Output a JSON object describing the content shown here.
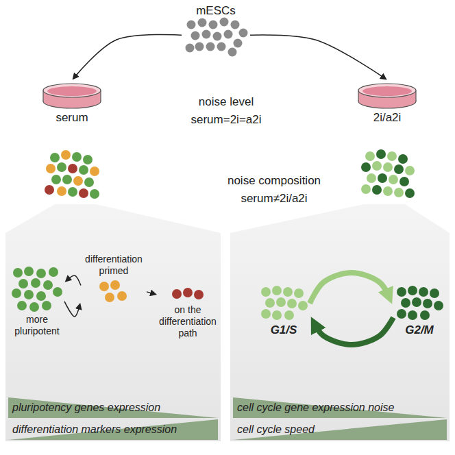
{
  "diagram": {
    "nodes": [
      {
        "text": [
          "mESCs"
        ]
      },
      {
        "text": [
          "serum"
        ]
      },
      {
        "text": [
          "2i/a2i"
        ]
      },
      {
        "text": []
      },
      {
        "text": [
          "more pluripotent"
        ],
        "in": 3
      },
      {
        "text": [
          "differentiation primed"
        ],
        "in": 3
      },
      {
        "text": [
          "on the differentiation path"
        ],
        "in": 3
      },
      {
        "text": [
          "pluripotency genes expression"
        ],
        "in": 3
      },
      {
        "text": [
          "differentiation markers expression"
        ],
        "in": 3
      },
      {
        "text": []
      },
      {
        "text": [
          "G1/S"
        ],
        "in": 9
      },
      {
        "text": [
          "G2/M"
        ],
        "in": 9
      },
      {
        "text": [
          "cell cycle gene expression noise"
        ],
        "in": 9
      },
      {
        "text": [
          "cell cycle speed"
        ],
        "in": 9
      }
    ],
    "edges": [
      {
        "from": 0,
        "to": 1,
        "arrow": "to"
      },
      {
        "from": 0,
        "to": 2,
        "arrow": "to"
      },
      {
        "from": 5,
        "to": 4,
        "arrow": "to"
      },
      {
        "from": 4,
        "to": 5,
        "arrow": "to"
      },
      {
        "from": 5,
        "to": 6,
        "arrow": "to"
      },
      {
        "from": 10,
        "to": 11,
        "arrow": "to"
      },
      {
        "from": 11,
        "to": 10,
        "arrow": "to"
      }
    ],
    "labels": [
      "noise level",
      "serum=2i=a2i",
      "noise composition",
      "serum≠2i/a2i"
    ]
  }
}
